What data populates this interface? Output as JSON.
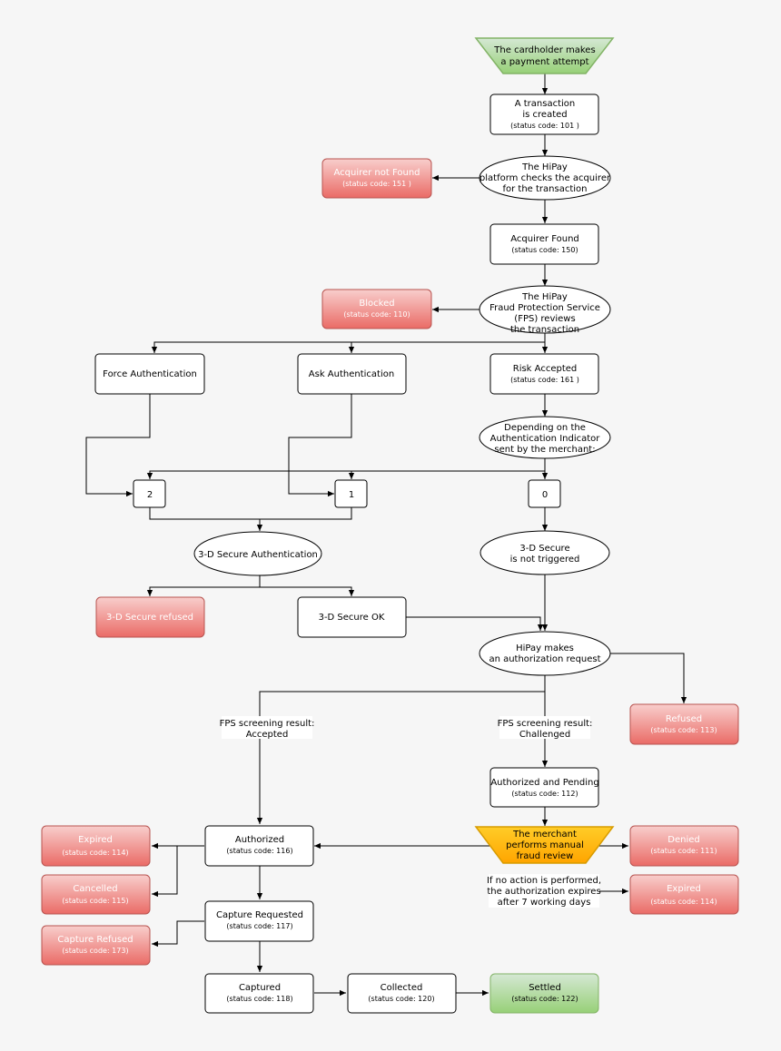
{
  "start": {
    "l1": "The cardholder makes",
    "l2": "a payment attempt"
  },
  "transaction_created": {
    "l1": "A transaction",
    "l2": "is created",
    "code": "(status code: 101 )"
  },
  "check_acquirer": {
    "l1": "The HiPay",
    "l2": "platform checks the acquirer",
    "l3": "for the transaction"
  },
  "acquirer_not_found": {
    "title": "Acquirer not Found",
    "code": "(status code: 151 )"
  },
  "acquirer_found": {
    "title": "Acquirer Found",
    "code": "(status code: 150)"
  },
  "fps_review": {
    "l1": "The HiPay",
    "l2": "Fraud Protection Service",
    "l3": "(FPS) reviews",
    "l4": "the transaction"
  },
  "blocked": {
    "title": "Blocked",
    "code": "(status code: 110)"
  },
  "force_auth": {
    "title": "Force Authentication"
  },
  "ask_auth": {
    "title": "Ask Authentication"
  },
  "risk_accepted": {
    "title": "Risk Accepted",
    "code": "(status code: 161 )"
  },
  "auth_indicator": {
    "l1": "Depending on the",
    "l2": "Authentication Indicator",
    "l3": "sent by the merchant:"
  },
  "ind_2": {
    "title": "2"
  },
  "ind_1": {
    "title": "1"
  },
  "ind_0": {
    "title": "0"
  },
  "secure_auth": {
    "title": "3-D Secure Authentication"
  },
  "secure_not_triggered": {
    "l1": "3-D Secure",
    "l2": "is not triggered"
  },
  "secure_refused": {
    "title": "3-D Secure refused"
  },
  "secure_ok": {
    "title": "3-D Secure OK"
  },
  "auth_request": {
    "l1": "HiPay makes",
    "l2": "an authorization request"
  },
  "refused": {
    "title": "Refused",
    "code": "(status code: 113)"
  },
  "fps_accepted_label": {
    "l1": "FPS screening result:",
    "l2": "Accepted"
  },
  "fps_challenged_label": {
    "l1": "FPS screening result:",
    "l2": "Challenged"
  },
  "authorized_pending": {
    "title": "Authorized and Pending",
    "code": "(status code: 112)"
  },
  "authorized": {
    "title": "Authorized",
    "code": "(status code: 116)"
  },
  "manual_review": {
    "l1": "The merchant",
    "l2": "performs manual",
    "l3": "fraud review"
  },
  "denied": {
    "title": "Denied",
    "code": "(status code: 111)"
  },
  "expired_left": {
    "title": "Expired",
    "code": "(status code: 114)"
  },
  "cancelled": {
    "title": "Cancelled",
    "code": "(status code: 115)"
  },
  "no_action_label": {
    "l1": "If no action is performed,",
    "l2": "the authorization expires",
    "l3": "after 7 working days"
  },
  "expired_right": {
    "title": "Expired",
    "code": "(status code: 114)"
  },
  "capture_requested": {
    "title": "Capture Requested",
    "code": "(status code: 117)"
  },
  "capture_refused": {
    "title": "Capture Refused",
    "code": "(status code: 173)"
  },
  "captured": {
    "title": "Captured",
    "code": "(status code: 118)"
  },
  "collected": {
    "title": "Collected",
    "code": "(status code: 120)"
  },
  "settled": {
    "title": "Settled",
    "code": "(status code: 122)"
  },
  "colors": {
    "background": "#f6f6f6",
    "red_fill": "#ea6b66",
    "green_fill": "#97d077",
    "orange_fill": "#ffcd28"
  }
}
